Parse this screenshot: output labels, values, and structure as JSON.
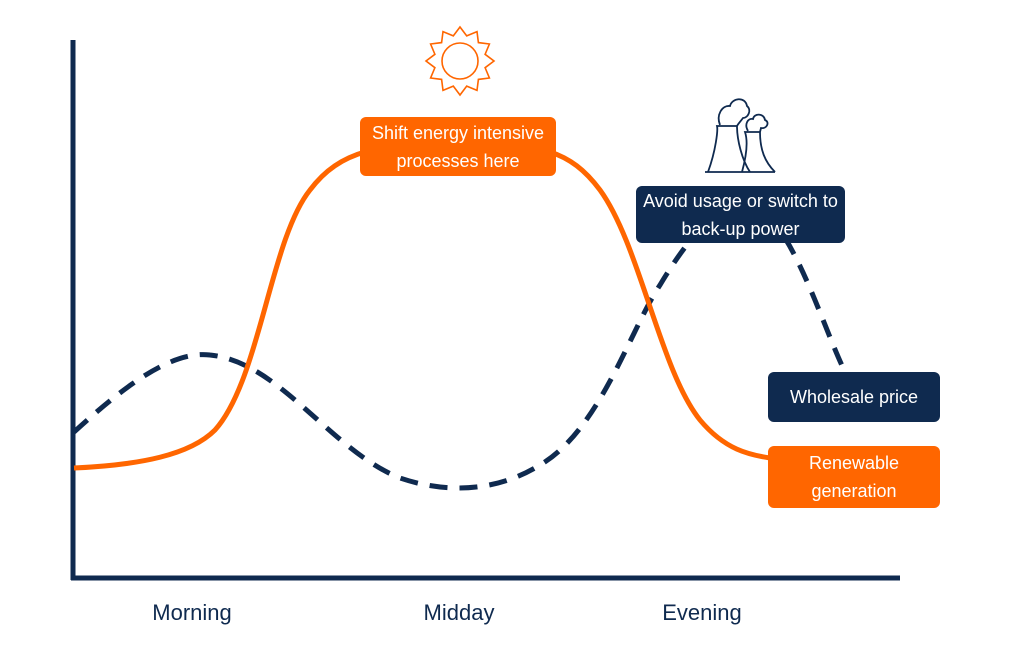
{
  "colors": {
    "renewable": "#FF6600",
    "price": "#0F2A4F"
  },
  "annotations": {
    "shift": "Shift energy intensive processes here",
    "avoid": "Avoid usage or switch to back-up power",
    "wholesale": "Wholesale price",
    "renewable": "Renewable generation"
  },
  "x_labels": [
    "Morning",
    "Midday",
    "Evening"
  ],
  "icons": [
    "sun-icon",
    "power-plant-icon"
  ]
}
